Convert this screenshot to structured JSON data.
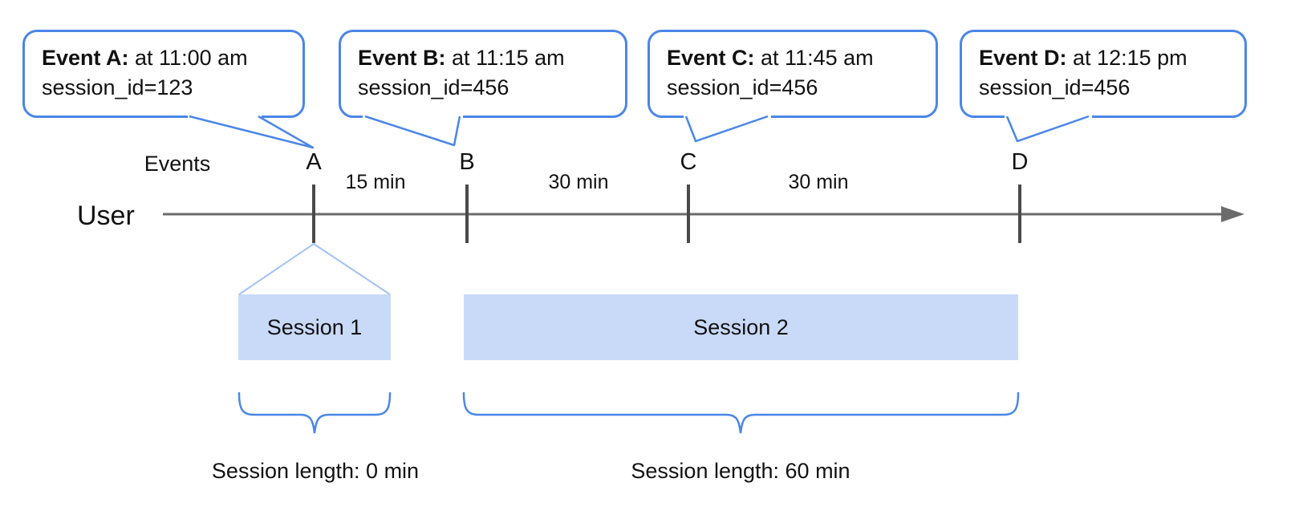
{
  "diagram": {
    "axis": {
      "events_label": "Events",
      "user_label": "User"
    },
    "events": [
      {
        "letter": "A",
        "callout_title": "Event A:",
        "callout_time": " at 11:00 am",
        "callout_session": "session_id=123"
      },
      {
        "letter": "B",
        "callout_title": "Event B:",
        "callout_time": " at 11:15 am",
        "callout_session": "session_id=456"
      },
      {
        "letter": "C",
        "callout_title": "Event C:",
        "callout_time": " at 11:45 am",
        "callout_session": "session_id=456"
      },
      {
        "letter": "D",
        "callout_title": "Event D:",
        "callout_time": " at 12:15 pm",
        "callout_session": "session_id=456"
      }
    ],
    "intervals": [
      {
        "label": "15 min"
      },
      {
        "label": "30 min"
      },
      {
        "label": "30 min"
      }
    ],
    "sessions": [
      {
        "label": "Session 1",
        "length_label": "Session length: 0 min"
      },
      {
        "label": "Session 2",
        "length_label": "Session length: 60 min"
      }
    ],
    "colors": {
      "callout_border": "#4a86e8",
      "brace": "#4a86e8",
      "session_fill": "#c9daf8",
      "funnel_line": "#a4c2f4",
      "axis_line": "#6b6b6b",
      "tick": "#4a4a4a",
      "text": "#111111"
    }
  }
}
